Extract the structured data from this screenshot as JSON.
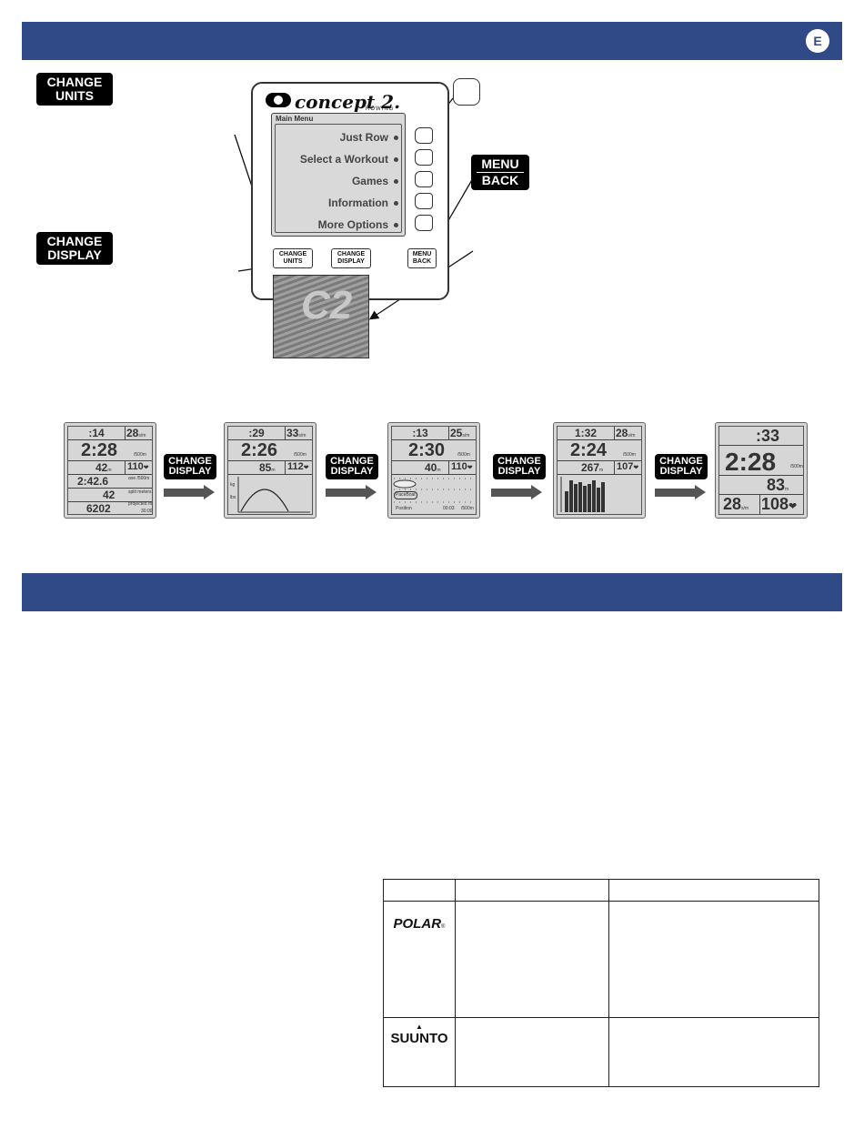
{
  "header": {
    "lang_badge": "E"
  },
  "tags": {
    "change_units": [
      "CHANGE",
      "UNITS"
    ],
    "change_display": [
      "CHANGE",
      "DISPLAY"
    ],
    "menu_back": [
      "MENU",
      "BACK"
    ]
  },
  "monitor": {
    "logo_text": "concept 2.",
    "logo_sub": "ROWING",
    "screen_title": "Main Menu",
    "menu_items": [
      "Just Row",
      "Select a Workout",
      "Games",
      "Information",
      "More Options"
    ],
    "soft_buttons": {
      "change_units": [
        "CHANGE",
        "UNITS"
      ],
      "change_display": [
        "CHANGE",
        "DISPLAY"
      ],
      "menu_back": [
        "MENU",
        "BACK"
      ]
    },
    "card_logo": "C2"
  },
  "display_sequence": [
    {
      "time": ":14",
      "spm": "28",
      "spm_unit": "s/m",
      "pace": "2:28",
      "pace_unit": "/500m",
      "meters": "42",
      "meters_unit": "m",
      "hr": "110",
      "avg_pace": "2:42.6",
      "avg_pace_unit": "ave /500m",
      "split_m": "42",
      "split_unit": "split meters",
      "projected": "6202",
      "projected_unit": "projected m",
      "projected_time": "30:00"
    },
    {
      "time": ":29",
      "spm": "33",
      "spm_unit": "s/m",
      "pace": "2:26",
      "pace_unit": "/500m",
      "meters": "85",
      "meters_unit": "m",
      "hr": "112",
      "graph_label_top": "kg",
      "graph_label_bottom": "lbs"
    },
    {
      "time": ":13",
      "spm": "25",
      "spm_unit": "s/m",
      "pace": "2:30",
      "pace_unit": "/500m",
      "meters": "40",
      "meters_unit": "m",
      "hr": "110",
      "pace_boat": "PaceBoat",
      "footer_left": "Position",
      "footer_mid": "00:03",
      "footer_right": "/500m"
    },
    {
      "time": "1:32",
      "spm": "28",
      "spm_unit": "s/m",
      "pace": "2:24",
      "pace_unit": "/500m",
      "meters": "267",
      "meters_unit": "m",
      "hr": "107"
    },
    {
      "time": ":33",
      "pace": "2:28",
      "pace_unit": "/500m",
      "meters": "83",
      "meters_unit": "m",
      "spm": "28",
      "spm_unit": "s/m",
      "hr": "108"
    }
  ],
  "table": {
    "brands": [
      {
        "name": "POLAR",
        "mark": "®"
      },
      {
        "name": "SUUNTO"
      }
    ]
  }
}
